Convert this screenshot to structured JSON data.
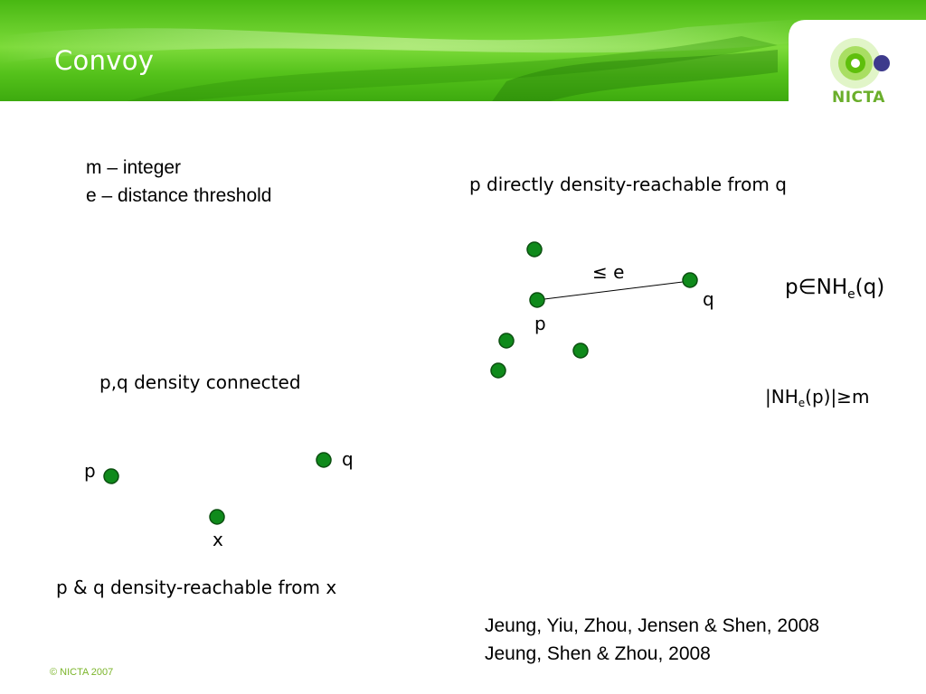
{
  "slide": {
    "title": "Convoy",
    "logo_text": "NICTA",
    "copyright": "© NICTA 2007"
  },
  "definitions": {
    "m_line": "m – integer",
    "e_line": "e – distance threshold"
  },
  "direct": {
    "heading": "p directly density-reachable from q",
    "edge_label": "≤ e",
    "q_label": "q",
    "p_label": "p",
    "nh_p": "p∈NH",
    "nh_p_sub": "e",
    "nh_p_tail": "(q)",
    "nh_count_pre": "|NH",
    "nh_count_sub": "e",
    "nh_count_tail": "(p)|≥m"
  },
  "connected": {
    "heading": "p,q density connected",
    "p_label": "p",
    "q_label": "q",
    "x_label": "x",
    "caption": "p & q density-reachable from x"
  },
  "references": {
    "line1": "Jeung, Yiu, Zhou, Jensen & Shen, 2008",
    "line2": "Jeung, Shen & Zhou, 2008"
  },
  "colors": {
    "point_fill": "#0f8a1b",
    "point_stroke": "#0b4f10",
    "banner_green": "#5cc41c",
    "logo_green": "#6aae2b",
    "logo_dot": "#3d3a8c"
  }
}
